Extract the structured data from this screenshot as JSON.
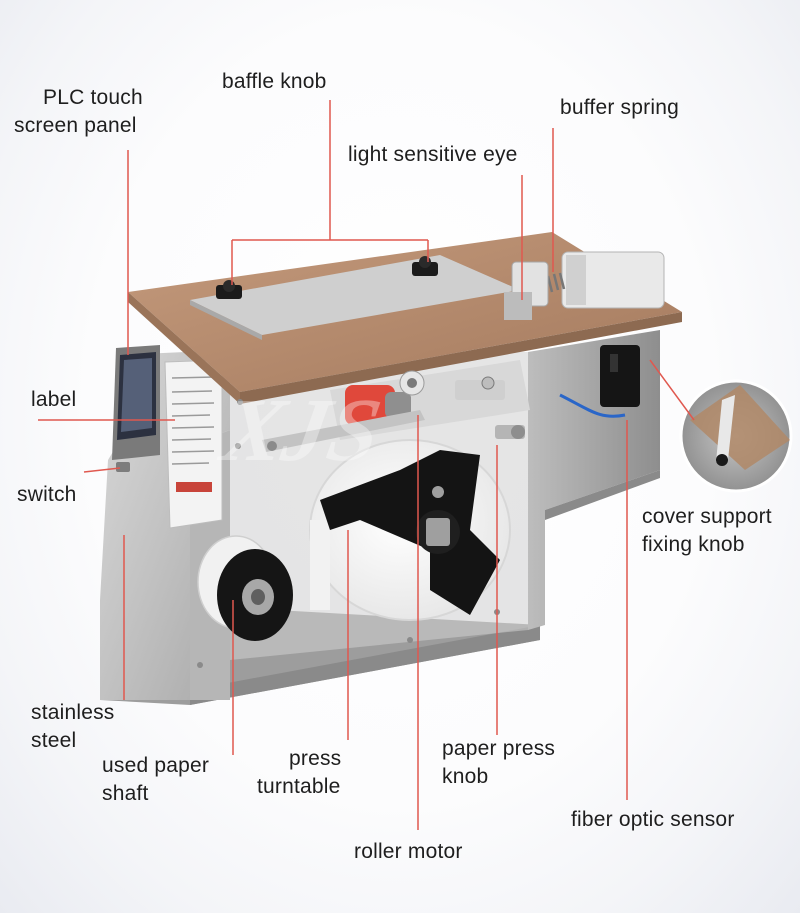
{
  "labels": {
    "plc_panel": [
      "PLC touch",
      "screen panel"
    ],
    "baffle_knob": "baffle knob",
    "buffer_spring": "buffer spring",
    "light_eye": "light sensitive eye",
    "label": "label",
    "switch": "switch",
    "cover_knob": [
      "cover support",
      "fixing knob"
    ],
    "stainless": [
      "stainless",
      "steel"
    ],
    "used_shaft": [
      "used paper",
      "shaft"
    ],
    "press_turntable": [
      "press",
      "turntable"
    ],
    "paper_press_knob": [
      "paper press",
      "knob"
    ],
    "fiber_sensor": "fiber optic sensor",
    "roller_motor": "roller motor"
  },
  "watermark": "XJS",
  "colors": {
    "leader_line": "#e0584f",
    "steel": "#c9c9c9",
    "top_plate": "#b3876a",
    "black_part": "#141414",
    "roller_red": "#e0483b"
  }
}
